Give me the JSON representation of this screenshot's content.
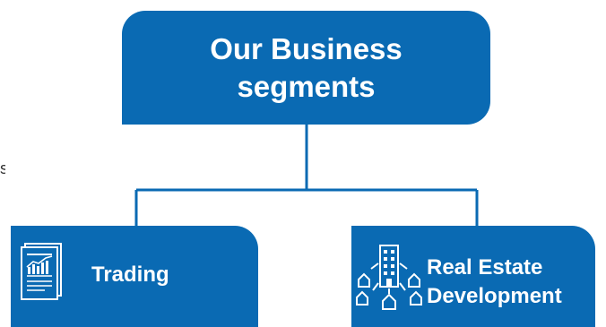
{
  "colors": {
    "box_fill": "#0a6ab3",
    "connector": "#0a6ab3",
    "text": "#ffffff"
  },
  "root": {
    "line1": "Our Business",
    "line2": "segments"
  },
  "segments": [
    {
      "label": "Trading",
      "icon": "report-chart-icon"
    },
    {
      "label_line1": "Real Estate",
      "label_line2": "Development",
      "icon": "buildings-houses-icon"
    }
  ],
  "edge_fragment": "s"
}
